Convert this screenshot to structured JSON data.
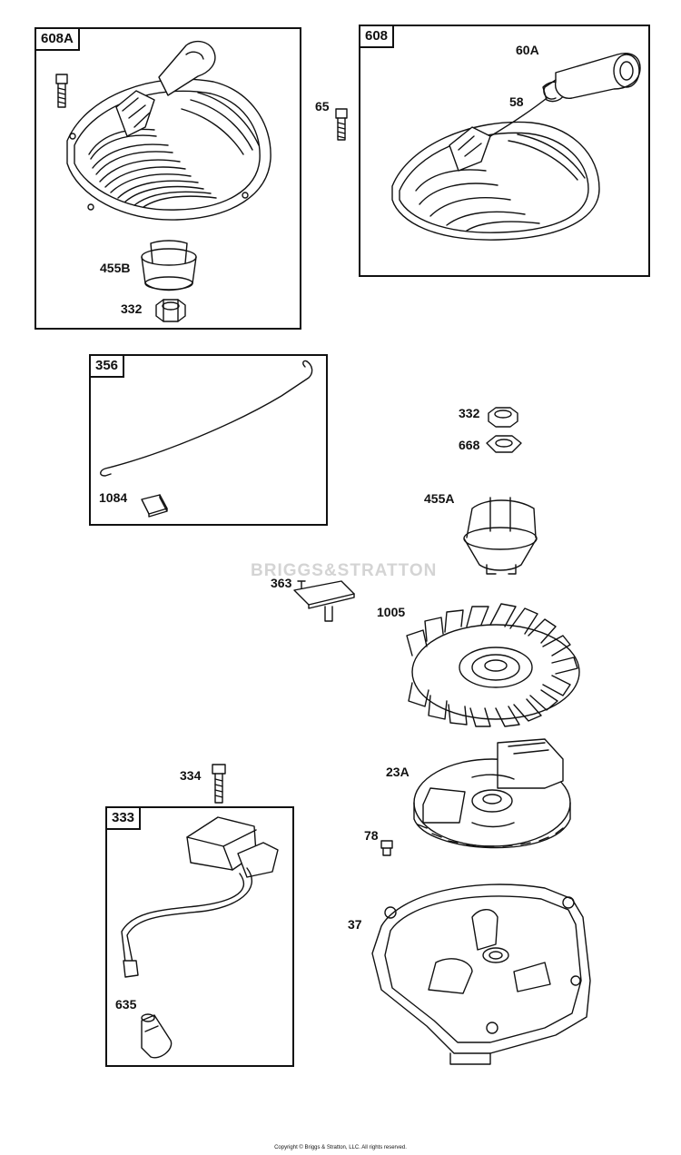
{
  "watermark": "BRIGGS&STRATTON",
  "copyright": "Copyright © Briggs & Stratton, LLC. All rights reserved.",
  "groups": {
    "g608A": "608A",
    "g608": "608",
    "g356": "356",
    "g333": "333"
  },
  "parts": {
    "p60A": "60A",
    "p58": "58",
    "p65": "65",
    "p455B": "455B",
    "p332a": "332",
    "p332b": "332",
    "p668": "668",
    "p455A": "455A",
    "p1084": "1084",
    "p363": "363",
    "p1005": "1005",
    "p334": "334",
    "p23A": "23A",
    "p78": "78",
    "p37": "37",
    "p635": "635"
  },
  "colors": {
    "line": "#111111",
    "watermark": "#d4d4d4",
    "background": "#ffffff"
  }
}
